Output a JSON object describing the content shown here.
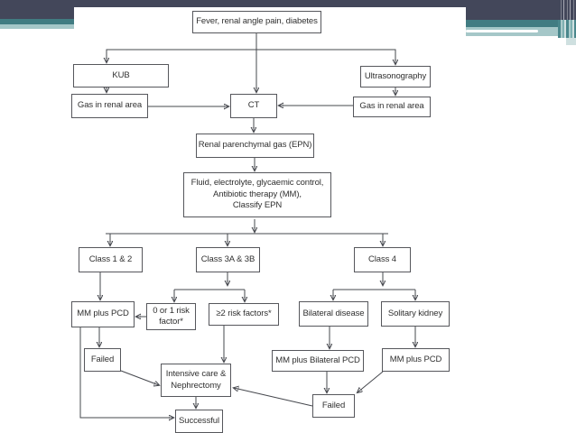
{
  "slide": {
    "accent": {
      "dark_slate": "#43475a",
      "teal": "#417c82",
      "light_teal": "#a5c7c8",
      "box_border": "#56575c",
      "text": "#303030"
    }
  },
  "flowchart": {
    "title_context": "EPN management flowchart",
    "nodes": {
      "fever": {
        "label": "Fever, renal angle pain, diabetes"
      },
      "kub": {
        "label": "KUB"
      },
      "ultrasonography": {
        "label": "Ultrasonography"
      },
      "gas_left": {
        "label": "Gas in renal area"
      },
      "ct": {
        "label": "CT"
      },
      "gas_right": {
        "label": "Gas in renal area"
      },
      "epn": {
        "label": "Renal parenchymal gas (EPN)"
      },
      "fluid": {
        "lines": [
          "Fluid, electrolyte, glycaemic control,",
          "Antibiotic therapy (MM),",
          "Classify EPN"
        ]
      },
      "class_1_2": {
        "label": "Class 1 & 2"
      },
      "class_3a_3b": {
        "label": "Class 3A & 3B"
      },
      "class_4": {
        "label": "Class 4"
      },
      "mm_plus_pcd_left": {
        "label": "MM plus PCD"
      },
      "risk_0_1": {
        "lines": [
          "0 or 1 risk",
          "factor*"
        ]
      },
      "risk_ge2": {
        "label": "≥2 risk factors*"
      },
      "bilateral_disease": {
        "label": "Bilateral disease"
      },
      "solitary_kidney": {
        "label": "Solitary kidney"
      },
      "failed_left": {
        "label": "Failed"
      },
      "intensive_nephrectomy": {
        "lines": [
          "Intensive care &",
          "Nephrectomy"
        ]
      },
      "mm_plus_bilateral_pcd": {
        "label": "MM plus Bilateral PCD"
      },
      "mm_plus_pcd_right": {
        "label": "MM plus PCD"
      },
      "failed_right": {
        "label": "Failed"
      },
      "successful": {
        "label": "Successful"
      }
    },
    "edges": [
      {
        "from": "fever",
        "to": "ct"
      },
      {
        "from": "fever",
        "to": "kub"
      },
      {
        "from": "fever",
        "to": "ultrasonography"
      },
      {
        "from": "kub",
        "to": "gas_left"
      },
      {
        "from": "ultrasonography",
        "to": "gas_right"
      },
      {
        "from": "gas_left",
        "to": "ct"
      },
      {
        "from": "gas_right",
        "to": "ct"
      },
      {
        "from": "ct",
        "to": "epn"
      },
      {
        "from": "epn",
        "to": "fluid"
      },
      {
        "from": "fluid",
        "to": "class_1_2"
      },
      {
        "from": "fluid",
        "to": "class_3a_3b"
      },
      {
        "from": "fluid",
        "to": "class_4"
      },
      {
        "from": "class_1_2",
        "to": "mm_plus_pcd_left"
      },
      {
        "from": "class_3a_3b",
        "to": "risk_0_1"
      },
      {
        "from": "class_3a_3b",
        "to": "risk_ge2"
      },
      {
        "from": "risk_0_1",
        "to": "mm_plus_pcd_left"
      },
      {
        "from": "class_4",
        "to": "bilateral_disease"
      },
      {
        "from": "class_4",
        "to": "solitary_kidney"
      },
      {
        "from": "mm_plus_pcd_left",
        "to": "failed_left"
      },
      {
        "from": "mm_plus_pcd_left",
        "to": "successful"
      },
      {
        "from": "failed_left",
        "to": "intensive_nephrectomy"
      },
      {
        "from": "risk_ge2",
        "to": "intensive_nephrectomy"
      },
      {
        "from": "bilateral_disease",
        "to": "mm_plus_bilateral_pcd"
      },
      {
        "from": "solitary_kidney",
        "to": "mm_plus_pcd_right"
      },
      {
        "from": "mm_plus_bilateral_pcd",
        "to": "failed_right"
      },
      {
        "from": "mm_plus_pcd_right",
        "to": "failed_right"
      },
      {
        "from": "failed_right",
        "to": "intensive_nephrectomy"
      },
      {
        "from": "intensive_nephrectomy",
        "to": "successful"
      }
    ]
  }
}
